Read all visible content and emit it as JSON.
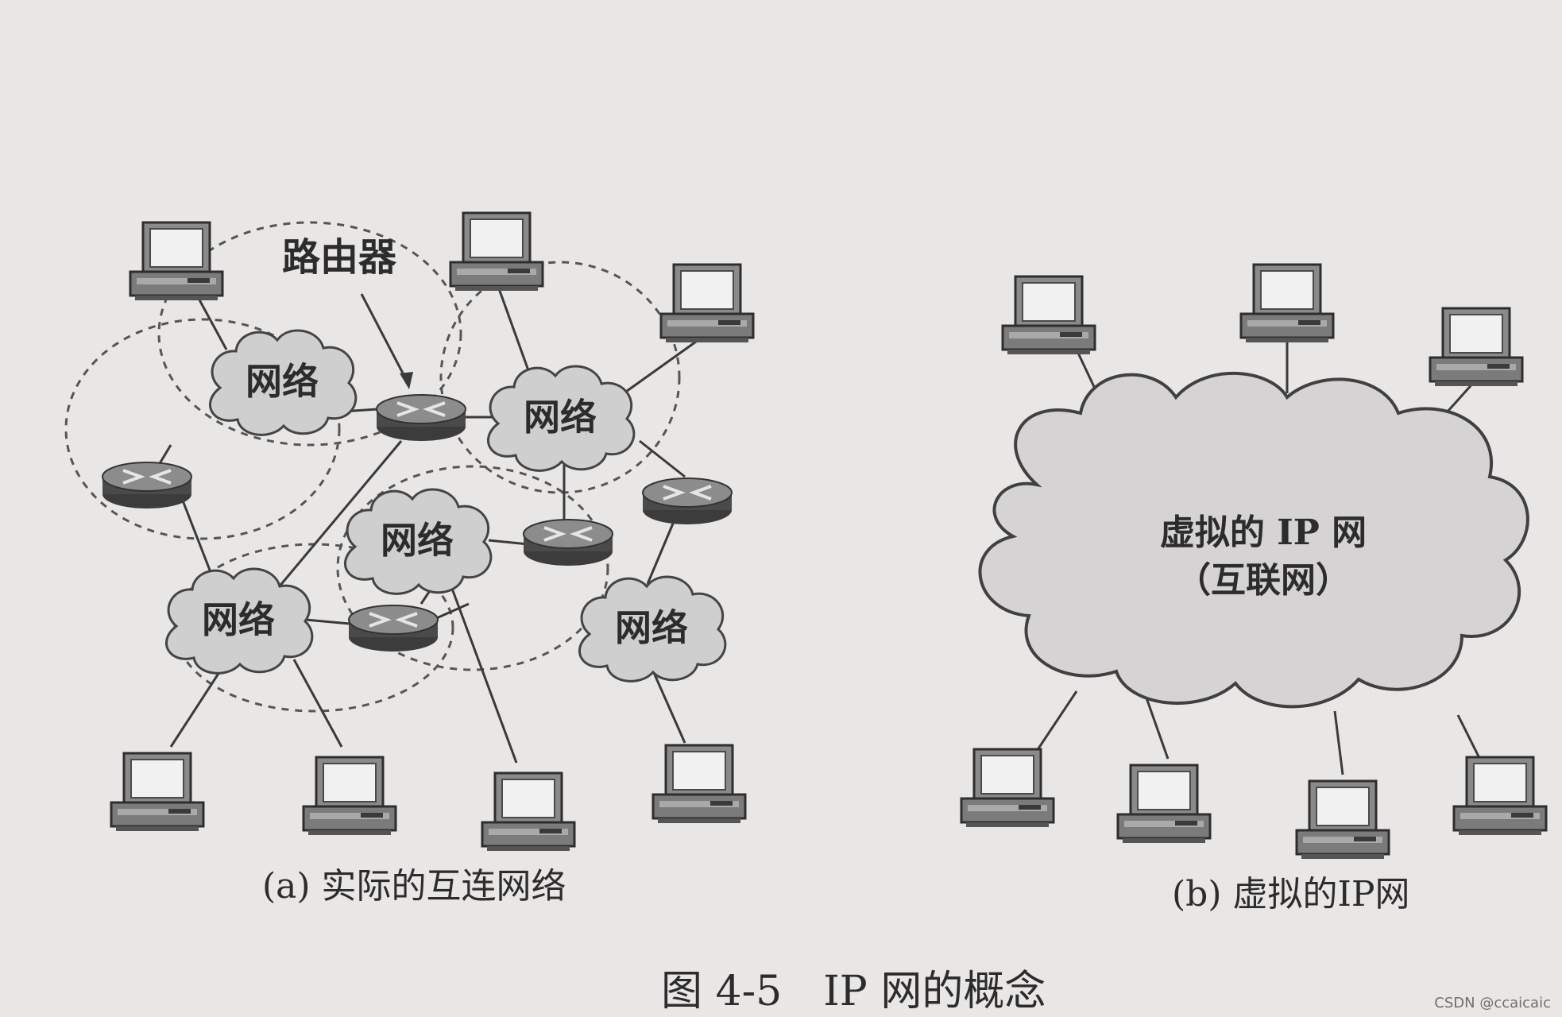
{
  "left": {
    "router_label": "路由器",
    "cloud_label": "网络",
    "caption": "(a) 实际的互连网络"
  },
  "right": {
    "cloud_line1": "虚拟的 IP 网",
    "cloud_line2": "（互联网）",
    "caption": "(b) 虚拟的IP网"
  },
  "figure_caption": "图 4-5　IP 网的概念",
  "watermark": "CSDN @ccaicaic",
  "colors": {
    "background": "#e9e7e6",
    "ink": "#2d2c2c",
    "cloud_fill": "#cfcfcf",
    "router_fill": "#6e6e6e"
  },
  "icons": [
    "computer-icon",
    "router-icon",
    "network-cloud-icon"
  ]
}
